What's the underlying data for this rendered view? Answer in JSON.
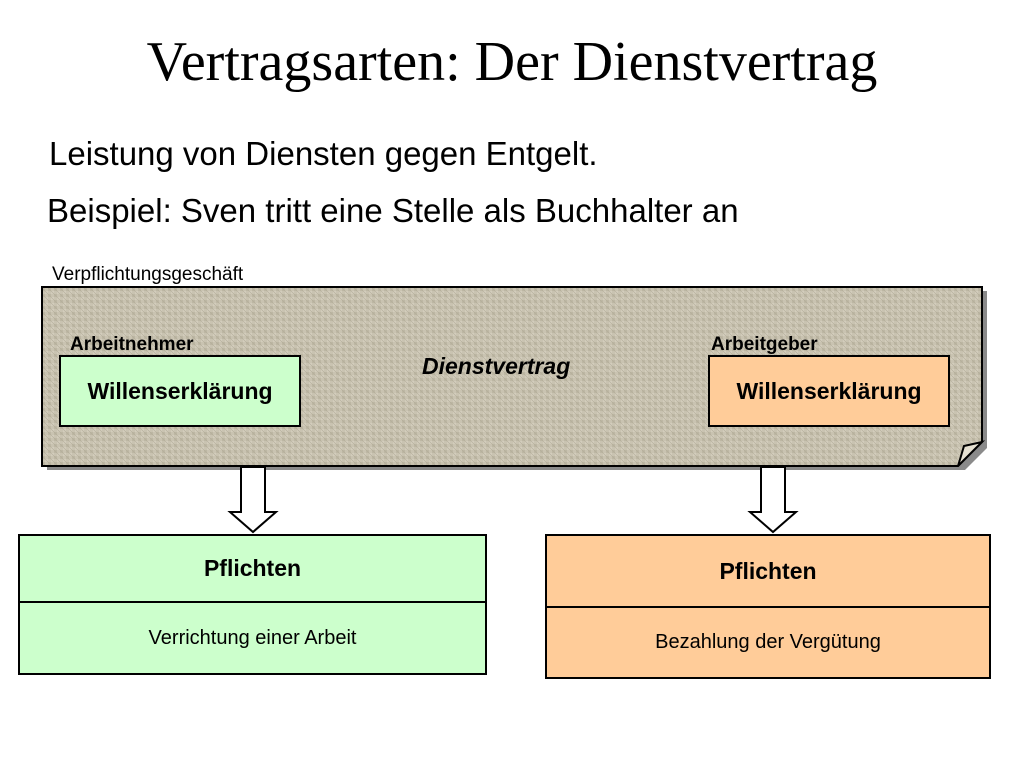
{
  "title": "Vertragsarten: Der Dienstvertrag",
  "subtitle_lines": [
    "Leistung von Diensten gegen Entgelt.",
    "Beispiel: Sven tritt eine Stelle als Buchhalter an"
  ],
  "panel": {
    "caption": "Verpflichtungsgeschäft",
    "contract_label": "Dienstvertrag",
    "texture": "canvas"
  },
  "parties": [
    {
      "role": "Arbeitnehmer",
      "declaration": "Willenserklärung",
      "color": "#ccffcc"
    },
    {
      "role": "Arbeitgeber",
      "declaration": "Willenserklärung",
      "color": "#ffcc99"
    }
  ],
  "duties": [
    {
      "heading": "Pflichten",
      "content": "Verrichtung einer Arbeit",
      "color": "#ccffcc"
    },
    {
      "heading": "Pflichten",
      "content": "Bezahlung der Vergütung",
      "color": "#ffcc99"
    }
  ],
  "colors": {
    "panel_fill": "#c9c3b1",
    "panel_shadow": "#8a8a8a",
    "border": "#000000"
  },
  "arrows": [
    {
      "from": "Willenserklärung (Arbeitnehmer)",
      "to": "Pflichten (Verrichtung einer Arbeit)"
    },
    {
      "from": "Willenserklärung (Arbeitgeber)",
      "to": "Pflichten (Bezahlung der Vergütung)"
    }
  ]
}
